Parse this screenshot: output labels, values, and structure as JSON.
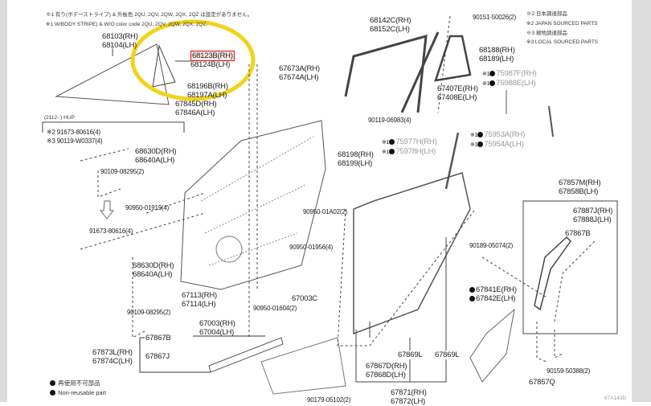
{
  "notes": {
    "note1_jp": "※1 有り(ボデーストライプ) & 外板色 2QU, 2QV, 2QW, 2QX, 2QZ は設定がありません。",
    "note1_en": "※1 W/BODY STRIPE) & W/O color code 2QU, 2QV, 2QW, 2QX, 2QZ.",
    "note2_jp": "※2 日本調達部品",
    "note2_en": "※2 JAPAN SOURCED PARTS",
    "note3_jp": "※3 現地調達部品",
    "note3_en": "※3 LOCAL SOURCED PARTS",
    "hup": "(2112-       ) HUP",
    "legend_jp": "再使用不可部品",
    "legend_en": "Non-reusable part",
    "figure_id": "67A143D"
  },
  "parts": {
    "p68103": "68103(RH)",
    "p68104": "68104(LH)",
    "p68123b": "68123B(RH)",
    "p68124b": "68124B(LH)",
    "p67673a": "67673A(RH)",
    "p67674a": "67674A(LH)",
    "p68196b": "68196B(RH)",
    "p68197a": "68197A(LH)",
    "p67845d": "67845D(RH)",
    "p67846a": "67846A(LH)",
    "p91673a": "※2 91673-80616(4)",
    "p90119w": "※3 90119-W0337(4)",
    "p68630d_1": "68630D(RH)",
    "p68640a_1": "68640A(LH)",
    "p90109_1": "90109-08295(2)",
    "p90950_01919": "90950-01919(4)",
    "p91673b": "91673-80616(4)",
    "p68630d_2": "68630D(RH)",
    "p68640a_2": "68640A(LH)",
    "p67113": "67113(RH)",
    "p67114": "67114(LH)",
    "p67003c": "67003C",
    "p90950_01604": "90950-01604(2)",
    "p90109_2": "90109-08295(2)",
    "p67003": "67003(RH)",
    "p67004": "67004(LH)",
    "p67867b_1": "67867B",
    "p67873l": "67873L(RH)",
    "p67874c": "67874C(LH)",
    "p67867j": "67867J",
    "p90950_01a02": "90950-01A02(2)",
    "p90950_01956": "90950-01956(4)",
    "p68198": "68198(RH)",
    "p68199": "68199(LH)",
    "p90179": "90179-05102(2)",
    "p67869l_1": "67869L",
    "p67869l_2": "67869L",
    "p67867d": "67867D(RH)",
    "p67868d": "67868D(LH)",
    "p67871": "67871(RH)",
    "p67872": "67872(LH)",
    "p67841e": "67841E(RH)",
    "p67842e": "67842E(LH)",
    "p90189": "90189-05074(2)",
    "p67857m": "67857M(RH)",
    "p67858b": "67858B(LH)",
    "p67887j": "67887J(RH)",
    "p67888j": "67888J(LH)",
    "p67867b_2": "67867B",
    "p90159": "90159-50388(2)",
    "p67857q": "67857Q",
    "p68142c": "68142C(RH)",
    "p68152c": "68152C(LH)",
    "p90151": "90151-50026(2)",
    "p68188": "68188(RH)",
    "p68189": "68189(LH)",
    "p75987f": "75987F(RH)",
    "p75988e": "75988E(LH)",
    "p67407e": "67407E(RH)",
    "p67408e": "67408E(LH)",
    "p90119_06983": "90119-06983(4)",
    "p75953a": "75953A(RH)",
    "p75954a": "75954A(LH)",
    "p75977h": "75977H(RH)",
    "p75978h": "75978H(LH)",
    "mark1": "※1"
  },
  "colors": {
    "highlight_ring": "#f2d21b",
    "highlight_box": "#d11111"
  }
}
